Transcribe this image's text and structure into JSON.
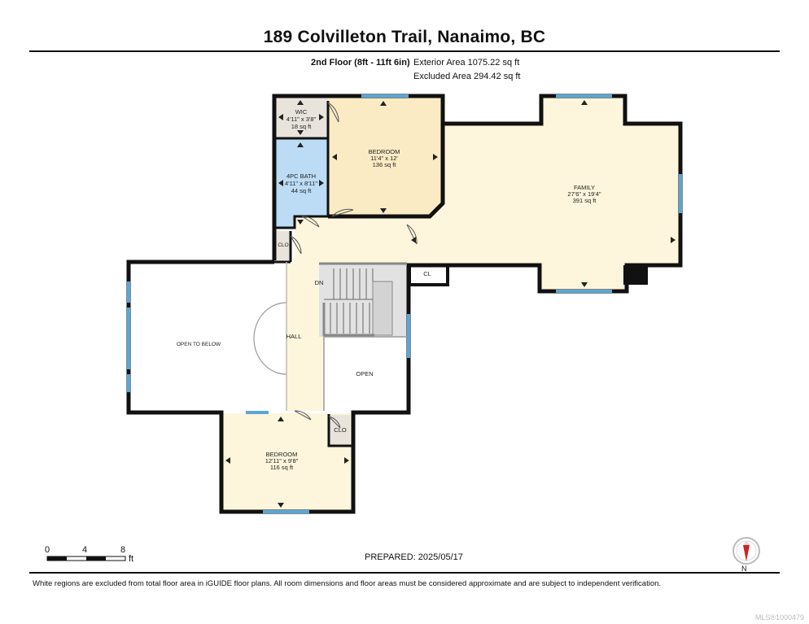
{
  "header": {
    "title": "189 Colvilleton Trail, Nanaimo, BC",
    "floor_label": "2nd Floor (8ft - 11ft 6in)",
    "exterior_area": "Exterior Area 1075.22 sq ft",
    "excluded_area": "Excluded Area 294.42 sq ft"
  },
  "rooms": {
    "wic": {
      "name": "WIC",
      "dims": "4'11\" x 3'8\"",
      "area": "18 sq ft"
    },
    "bedroom_top": {
      "name": "BEDROOM",
      "dims": "11'4\" x 12'",
      "area": "136 sq ft"
    },
    "bath": {
      "name": "4PC BATH",
      "dims": "4'11\" x 8'11\"",
      "area": "44 sq ft"
    },
    "family": {
      "name": "FAMILY",
      "dims": "27'6\" x 19'4\"",
      "area": "391 sq ft"
    },
    "clo_upper": {
      "name": "CLO"
    },
    "cl": {
      "name": "CL"
    },
    "stairs": {
      "name": "DN"
    },
    "hall": {
      "name": "HALL"
    },
    "open_to_below": {
      "name": "OPEN TO BELOW"
    },
    "open": {
      "name": "OPEN"
    },
    "clo_lower": {
      "name": "CLO"
    },
    "bedroom_bottom": {
      "name": "BEDROOM",
      "dims": "12'11\" x 9'8\"",
      "area": "116 sq ft"
    }
  },
  "scale": {
    "ticks": [
      "0",
      "4",
      "8"
    ],
    "unit": "ft"
  },
  "footer": {
    "prepared": "PREPARED: 2025/05/17",
    "disclaimer": "White regions are excluded from total floor area in iGUIDE floor plans. All room dimensions and floor areas must be considered approximate and are subject to independent verification.",
    "compass_label": "N",
    "mls": "MLS®1000479"
  },
  "colors": {
    "wall": "#111111",
    "window": "#5aa7d6",
    "room_fill": "#fdf6dc",
    "bedroom_top_fill": "#faebc4",
    "bath_fill": "#bcdcf5",
    "closet_fill": "#e8e4dc",
    "stairs_fill": "#e2e2e2"
  }
}
